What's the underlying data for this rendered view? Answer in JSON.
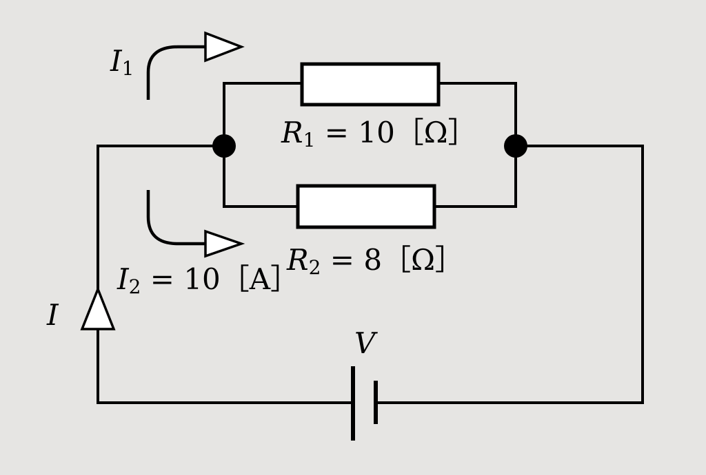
{
  "colors": {
    "background": "#e6e5e3",
    "wire": "#000000",
    "resistor_fill": "#ffffff",
    "arrow_fill": "#ffffff"
  },
  "labels": {
    "i1": {
      "symbol": "I",
      "sub": "1"
    },
    "i2": {
      "symbol": "I",
      "sub": "2",
      "rest": " = 10［A］"
    },
    "i": {
      "symbol": "I"
    },
    "r1": {
      "symbol": "R",
      "sub": "1",
      "rest": " = 10［Ω］"
    },
    "r2": {
      "symbol": "R",
      "sub": "2",
      "rest": " = 8［Ω］"
    },
    "v": {
      "symbol": "V"
    }
  }
}
